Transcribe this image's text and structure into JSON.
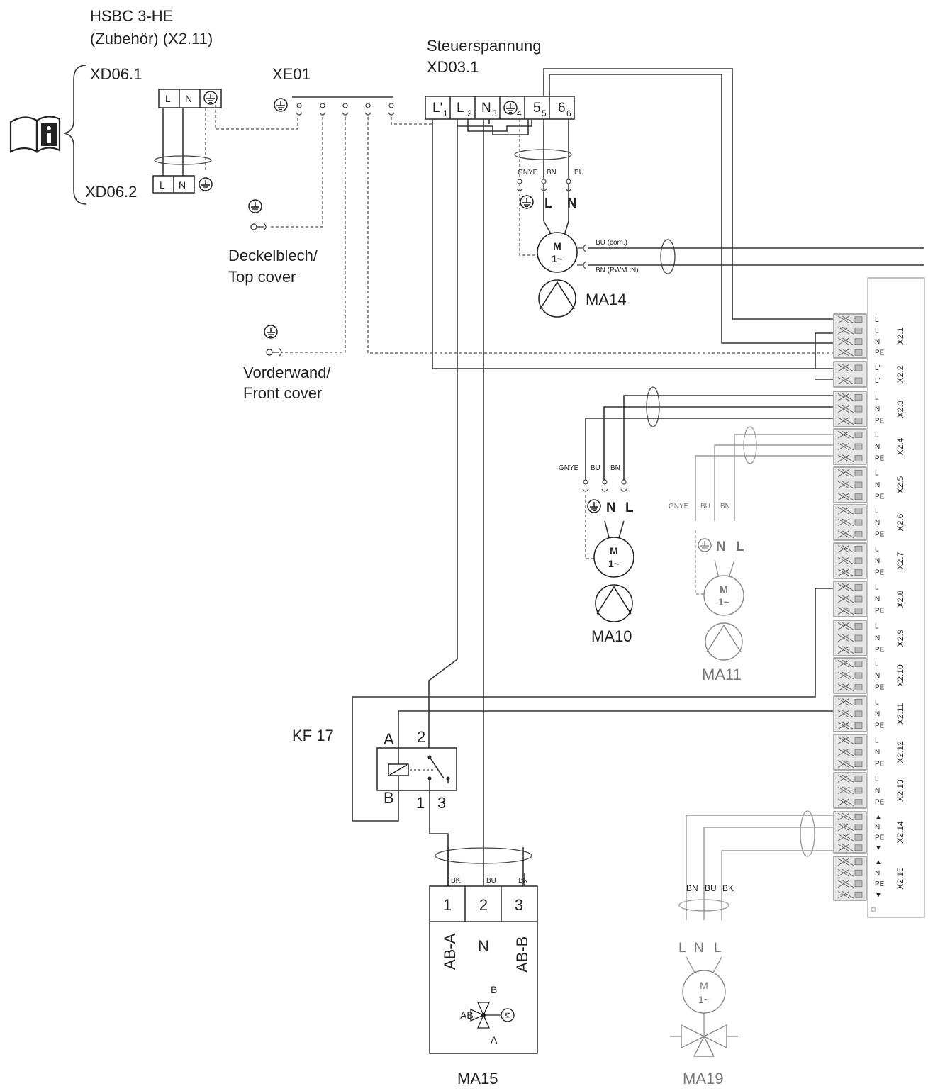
{
  "header": {
    "accessory_line1": "HSBC 3-HE",
    "accessory_line2": "(Zubehör) (X2.11)",
    "control_voltage": "Steuerspannung",
    "xd031": "XD03.1"
  },
  "accessory": {
    "xd061": "XD06.1",
    "xd062": "XD06.2",
    "terminal_L": "L",
    "terminal_N": "N"
  },
  "ground_bar": {
    "label": "XE01"
  },
  "covers": {
    "top_line1": "Deckelblech/",
    "top_line2": "Top cover",
    "front_line1": "Vorderwand/",
    "front_line2": "Front cover"
  },
  "xd03_terminals": [
    {
      "label": "L'",
      "num": "1"
    },
    {
      "label": "L",
      "num": "2"
    },
    {
      "label": "N",
      "num": "3"
    },
    {
      "label": "",
      "num": "4"
    },
    {
      "label": "5",
      "num": "5"
    },
    {
      "label": "6",
      "num": "6"
    }
  ],
  "ma14": {
    "wires": [
      "GNYE",
      "BN",
      "BU"
    ],
    "pins": [
      "L",
      "N"
    ],
    "motor_m": "M",
    "motor_phase": "1~",
    "signal1": "BU (com.)",
    "signal2": "BN (PWM IN)",
    "name": "MA14"
  },
  "ma10": {
    "wires": [
      "GNYE",
      "BU",
      "BN"
    ],
    "pins": [
      "N",
      "L"
    ],
    "motor_m": "M",
    "motor_phase": "1~",
    "name": "MA10"
  },
  "ma11": {
    "wires": [
      "GNYE",
      "BU",
      "BN"
    ],
    "pins": [
      "N",
      "L"
    ],
    "motor_m": "M",
    "motor_phase": "1~",
    "name": "MA11"
  },
  "kf17": {
    "name": "KF 17",
    "a": "A",
    "b": "B",
    "c1": "1",
    "c2": "2",
    "c3": "3"
  },
  "ma15": {
    "wires": [
      "BK",
      "BU",
      "BN"
    ],
    "terminals": [
      "1",
      "2",
      "3"
    ],
    "function": [
      "AB-A",
      "N",
      "AB-B"
    ],
    "valve_b": "B",
    "valve_ab": "AB",
    "valve_a": "A",
    "valve_m": "M",
    "name": "MA15"
  },
  "ma19": {
    "wires": [
      "BN",
      "BU",
      "BK"
    ],
    "pins": [
      "L",
      "N",
      "L"
    ],
    "motor_m": "M",
    "motor_phase": "1~",
    "name": "MA19"
  },
  "x2_strip": [
    {
      "label": "X2.1",
      "pins": [
        "L",
        "L",
        "N",
        "PE"
      ]
    },
    {
      "label": "X2.2",
      "pins": [
        "L'",
        "L'"
      ]
    },
    {
      "label": "X2.3",
      "pins": [
        "L",
        "N",
        "PE"
      ]
    },
    {
      "label": "X2.4",
      "pins": [
        "L",
        "N",
        "PE"
      ]
    },
    {
      "label": "X2.5",
      "pins": [
        "L",
        "N",
        "PE"
      ]
    },
    {
      "label": "X2.6",
      "pins": [
        "L",
        "N",
        "PE"
      ]
    },
    {
      "label": "X2.7",
      "pins": [
        "L",
        "N",
        "PE"
      ]
    },
    {
      "label": "X2.8",
      "pins": [
        "L",
        "N",
        "PE"
      ]
    },
    {
      "label": "X2.9",
      "pins": [
        "L",
        "N",
        "PE"
      ]
    },
    {
      "label": "X2.10",
      "pins": [
        "L",
        "N",
        "PE"
      ]
    },
    {
      "label": "X2.11",
      "pins": [
        "L",
        "N",
        "PE"
      ]
    },
    {
      "label": "X2.12",
      "pins": [
        "L",
        "N",
        "PE"
      ]
    },
    {
      "label": "X2.13",
      "pins": [
        "L",
        "N",
        "PE"
      ]
    },
    {
      "label": "X2.14",
      "pins": [
        "▲",
        "N",
        "PE",
        "▼"
      ]
    },
    {
      "label": "X2.15",
      "pins": [
        "▲",
        "N",
        "PE",
        "▼"
      ]
    }
  ]
}
